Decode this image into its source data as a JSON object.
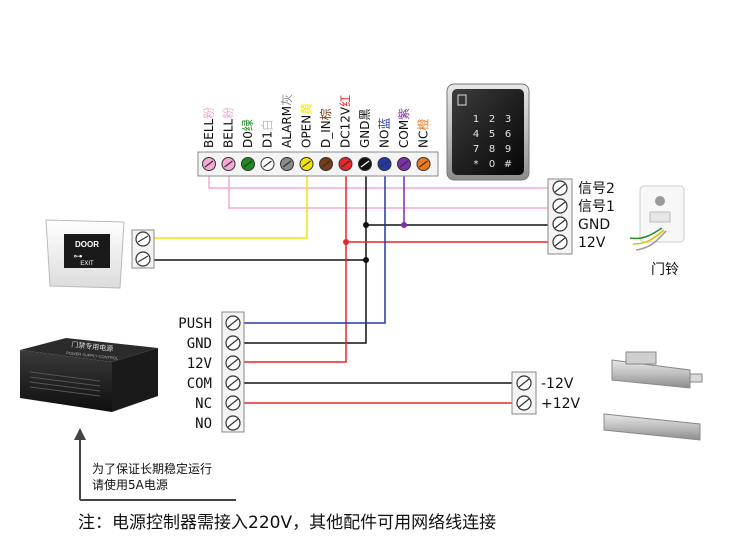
{
  "controller": {
    "terminals": [
      {
        "code": "BELL",
        "color_name": "粉",
        "color": "#f5a9d6"
      },
      {
        "code": "BELL",
        "color_name": "粉",
        "color": "#f5a9d6"
      },
      {
        "code": "D0",
        "color_name": "绿",
        "color": "#1e8b1e"
      },
      {
        "code": "D1",
        "color_name": "白",
        "color": "#ffffff"
      },
      {
        "code": "ALARM",
        "color_name": "灰",
        "color": "#8a8a8a"
      },
      {
        "code": "OPEN",
        "color_name": "黄",
        "color": "#f2e600"
      },
      {
        "code": "D_IN",
        "color_name": "棕",
        "color": "#7a3b1a"
      },
      {
        "code": "DC12V",
        "color_name": "红",
        "color": "#e8262a"
      },
      {
        "code": "GND",
        "color_name": "黑",
        "color": "#111111"
      },
      {
        "code": "NO",
        "color_name": "蓝",
        "color": "#1f3aa8"
      },
      {
        "code": "COM",
        "color_name": "紫",
        "color": "#7b2fa8"
      },
      {
        "code": "NC",
        "color_name": "橙",
        "color": "#f07a1a"
      }
    ]
  },
  "keypad_keys": [
    "1",
    "2",
    "3",
    "4",
    "5",
    "6",
    "7",
    "8",
    "9",
    "*",
    "0",
    "#"
  ],
  "doorbell": {
    "terminals": [
      "信号2",
      "信号1",
      "GND",
      "12V"
    ],
    "caption": "门铃"
  },
  "exit_button": {
    "line1": "DOOR",
    "line2": "EXIT"
  },
  "power_supply": {
    "terminals": [
      "PUSH",
      "GND",
      "12V",
      "COM",
      "NC",
      "NO"
    ],
    "box_title": "门禁专用电源",
    "box_subtitle": "POWER SUPPLY CONTROL"
  },
  "lock": {
    "terminals": [
      "-12V",
      "+12V"
    ]
  },
  "notes": {
    "advice_line1": "为了保证长期稳定运行",
    "advice_line2": "请使用5A电源",
    "footer": "注：电源控制器需接入220V，其他配件可用网络线连接"
  },
  "wire_colors": {
    "pink": "#f5a9d6",
    "yellow": "#f2e600",
    "red": "#e8262a",
    "black": "#111111",
    "blue": "#1f3aa8",
    "purple": "#7b2fa8"
  }
}
